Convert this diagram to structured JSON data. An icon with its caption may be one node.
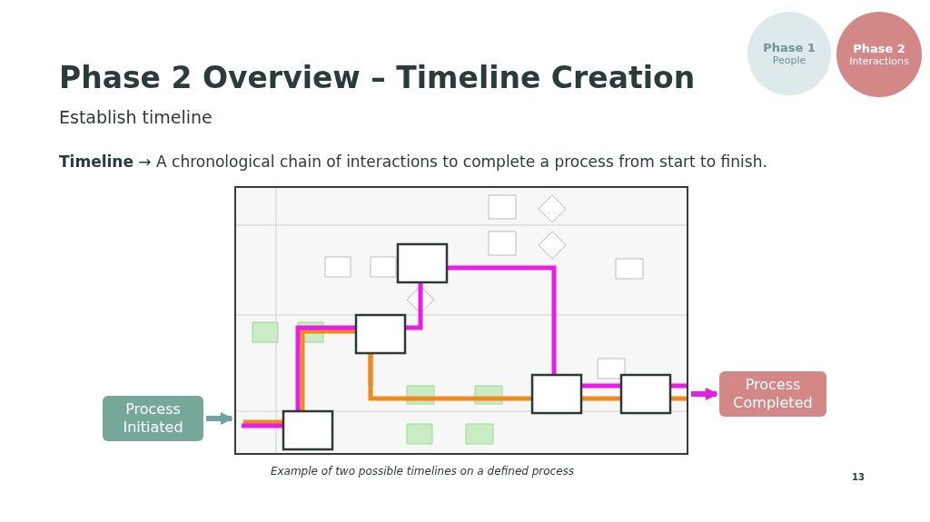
{
  "diagram": {
    "title": "Phase 2 Overview – Timeline Creation",
    "caption": "Example of two possible timelines on a defined process",
    "nodes": [
      {
        "text": [
          "Phase 1",
          "People"
        ]
      },
      {
        "text": [
          "Phase 2",
          "Interactions"
        ]
      },
      {
        "text": [
          "Process Initiated"
        ]
      },
      {
        "text": [],
        "shape": "picture"
      },
      {
        "text": [
          "Process Completed"
        ]
      }
    ],
    "edges": [
      {
        "from": 2,
        "to": 3,
        "arrow": "to",
        "color": "#6fa3a0"
      },
      {
        "from": 3,
        "to": 4,
        "arrow": "to",
        "color": "#e61ee6"
      }
    ],
    "labels": [
      "Establish timeline",
      "**Timeline** → A chronological chain of interactions to complete a process from start to finish.",
      "13"
    ]
  }
}
